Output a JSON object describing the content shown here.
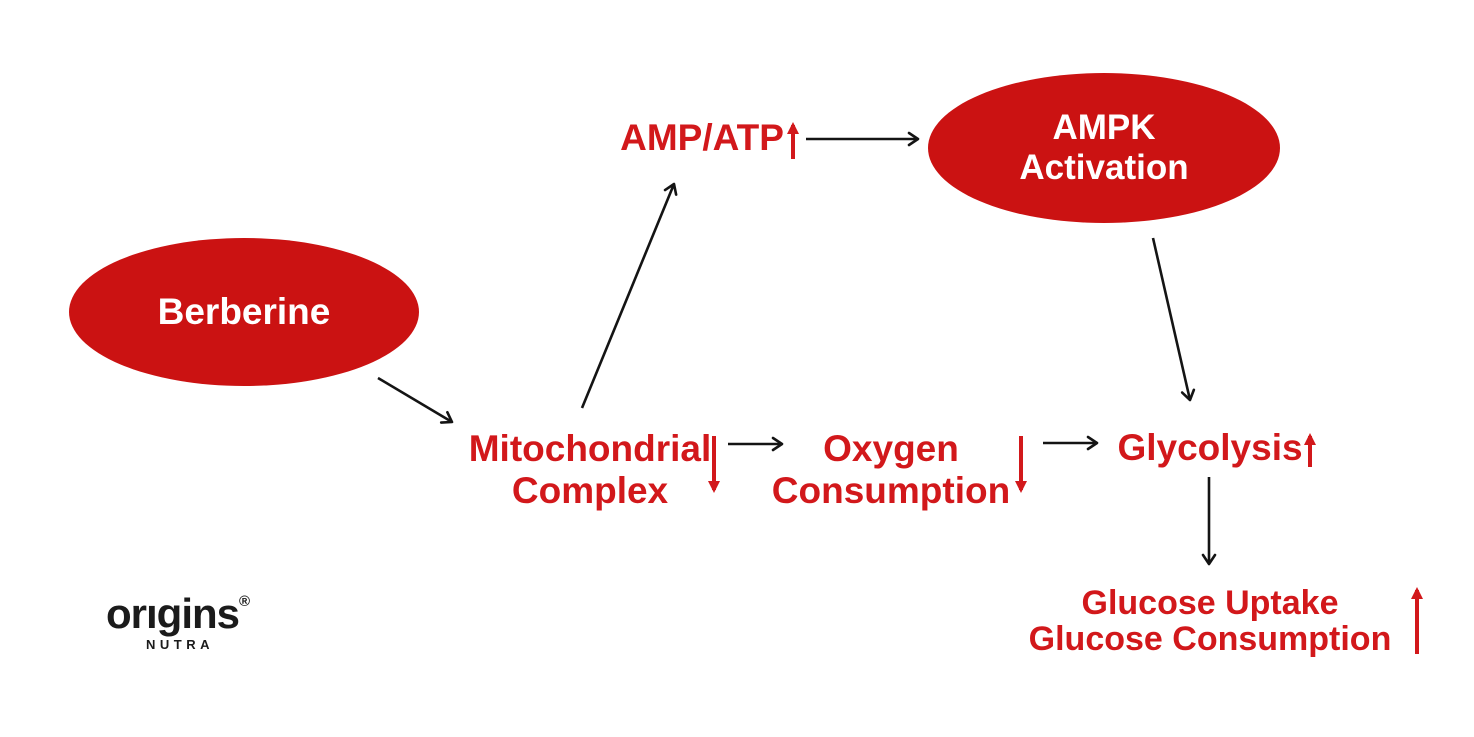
{
  "colors": {
    "ellipse_fill": "#cb1212",
    "label_red": "#d2181b",
    "arrow_black": "#141414",
    "background": "#ffffff"
  },
  "nodes": {
    "berberine": {
      "label": "Berberine",
      "shape": "ellipse"
    },
    "ampk": {
      "line1": "AMPK",
      "line2": "Activation",
      "shape": "ellipse"
    },
    "amp_atp": {
      "label": "AMP/ATP",
      "direction": "increase"
    },
    "mitochondrial": {
      "line1": "Mitochondrial",
      "line2": "Complex",
      "direction": "decrease"
    },
    "oxygen": {
      "line1": "Oxygen",
      "line2": "Consumption",
      "direction": "decrease"
    },
    "glycolysis": {
      "label": "Glycolysis",
      "direction": "increase"
    },
    "glucose": {
      "line1": "Glucose Uptake",
      "line2": "Glucose Consumption",
      "direction": "increase"
    }
  },
  "edges": [
    {
      "from": "Berberine",
      "to": "Mitochondrial Complex"
    },
    {
      "from": "Mitochondrial Complex",
      "to": "AMP/ATP"
    },
    {
      "from": "AMP/ATP",
      "to": "AMPK Activation"
    },
    {
      "from": "AMPK Activation",
      "to": "Glycolysis"
    },
    {
      "from": "Mitochondrial Complex",
      "to": "Oxygen Consumption"
    },
    {
      "from": "Oxygen Consumption",
      "to": "Glycolysis"
    },
    {
      "from": "Glycolysis",
      "to": "Glucose Uptake / Glucose Consumption"
    }
  ],
  "logo": {
    "brand": "orıgins",
    "registered": "®",
    "sub": "NUTRA"
  }
}
